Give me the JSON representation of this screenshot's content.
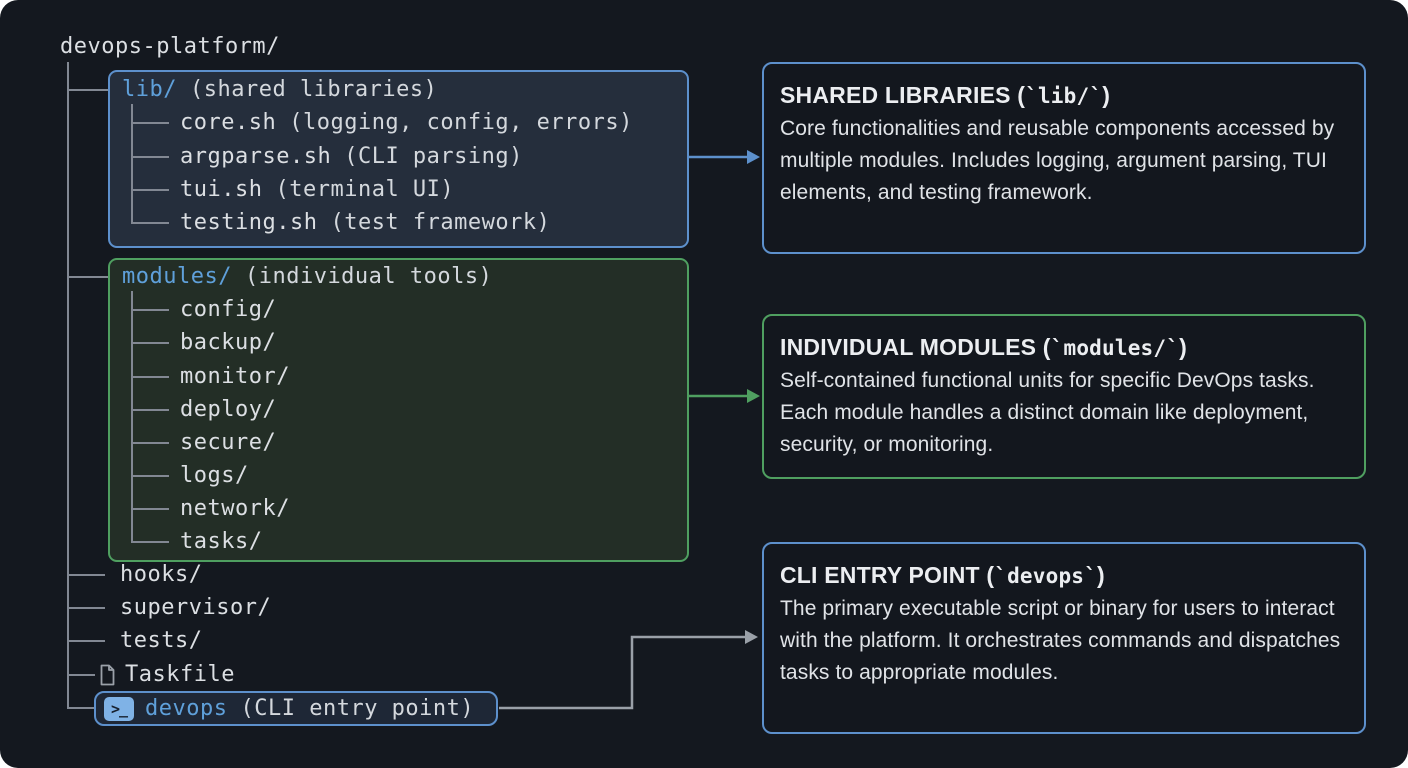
{
  "diagram": {
    "root": "devops-platform/",
    "groups": {
      "lib": {
        "name": "lib/",
        "note": "(shared libraries)",
        "children": [
          {
            "name": "core.sh",
            "note": "(logging, config, errors)"
          },
          {
            "name": "argparse.sh",
            "note": "(CLI parsing)"
          },
          {
            "name": "tui.sh",
            "note": "(terminal UI)"
          },
          {
            "name": "testing.sh",
            "note": "(test framework)"
          }
        ]
      },
      "modules": {
        "name": "modules/",
        "note": "(individual tools)",
        "children": [
          {
            "name": "config/"
          },
          {
            "name": "backup/"
          },
          {
            "name": "monitor/"
          },
          {
            "name": "deploy/"
          },
          {
            "name": "secure/"
          },
          {
            "name": "logs/"
          },
          {
            "name": "network/"
          },
          {
            "name": "tasks/"
          }
        ]
      }
    },
    "items": [
      {
        "name": "hooks/"
      },
      {
        "name": "supervisor/"
      },
      {
        "name": "tests/"
      },
      {
        "name": "Taskfile",
        "icon": "file-icon"
      },
      {
        "name": "devops",
        "note": "(CLI entry point)",
        "icon": "terminal-icon",
        "terminal_glyph": ">_"
      }
    ],
    "callouts": [
      {
        "id": "shared-libraries",
        "title_pre": "SHARED LIBRARIES (",
        "title_code": "`lib/`",
        "title_post": ")",
        "body": "Core functionalities and reusable components accessed by multiple modules. Includes logging, argument parsing, TUI elements, and testing framework.",
        "accent": "#5d90cc"
      },
      {
        "id": "individual-modules",
        "title_pre": "INDIVIDUAL MODULES (",
        "title_code": "`modules/`",
        "title_post": ")",
        "body": "Self-contained functional units for specific DevOps tasks. Each module handles a distinct domain like deployment, security, or monitoring.",
        "accent": "#4f9f60"
      },
      {
        "id": "cli-entry-point",
        "title_pre": "CLI ENTRY POINT (",
        "title_code": "`devops`",
        "title_post": ")",
        "body": "The primary executable script or binary for users to interact with the platform. It orchestrates commands and dispatches tasks to appropriate modules.",
        "accent": "#5d90cc"
      }
    ],
    "colors": {
      "background": "#14181f",
      "blue_accent": "#5d90cc",
      "blue_text": "#5fa0da",
      "green_accent": "#4f9f60",
      "tree_line": "#828893",
      "text": "#dcdfe3",
      "connector_gray": "#9aa0a8",
      "terminal_icon_bg": "#7fb2e6"
    }
  }
}
